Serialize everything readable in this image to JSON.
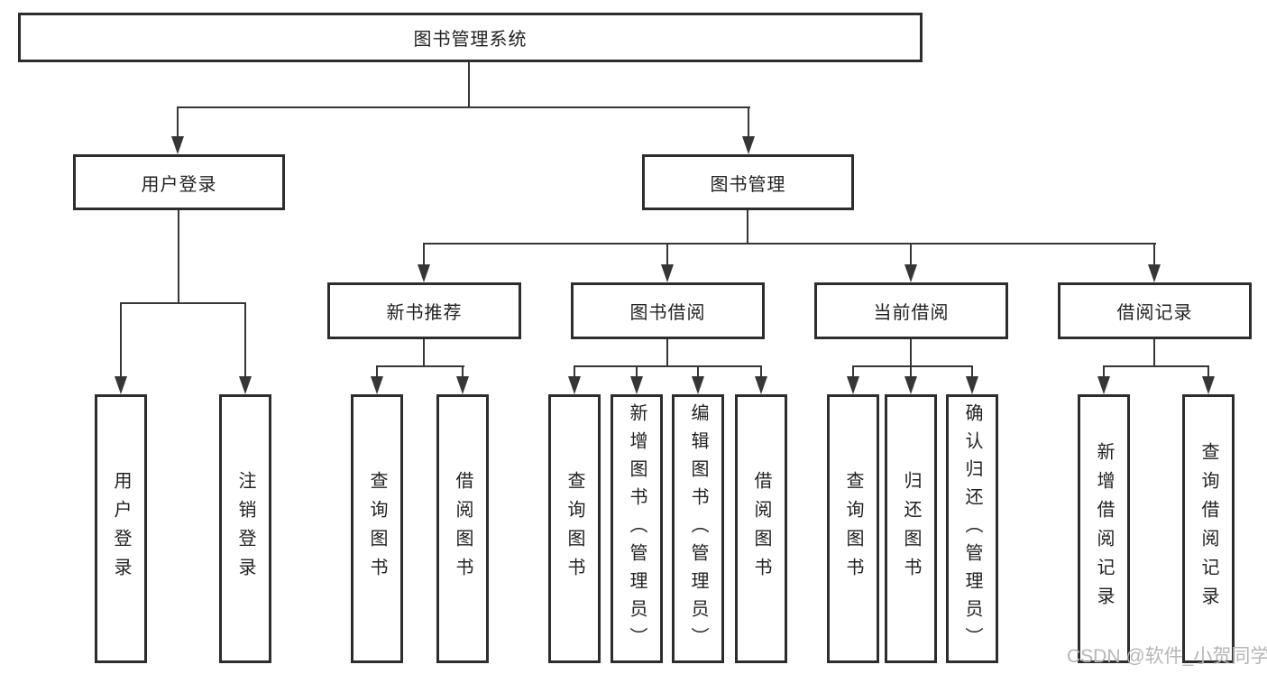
{
  "tree": {
    "root": {
      "label": "图书管理系统"
    },
    "children": [
      {
        "label": "用户登录",
        "children": [
          {
            "label": "用户登录"
          },
          {
            "label": "注销登录"
          }
        ]
      },
      {
        "label": "图书管理",
        "children": [
          {
            "label": "新书推荐",
            "children": [
              {
                "label": "查询图书"
              },
              {
                "label": "借阅图书"
              }
            ]
          },
          {
            "label": "图书借阅",
            "children": [
              {
                "label": "查询图书"
              },
              {
                "label": "新增图书（管理员）"
              },
              {
                "label": "编辑图书（管理员）"
              },
              {
                "label": "借阅图书"
              }
            ]
          },
          {
            "label": "当前借阅",
            "children": [
              {
                "label": "查询图书"
              },
              {
                "label": "归还图书"
              },
              {
                "label": "确认归还（管理员）"
              }
            ]
          },
          {
            "label": "借阅记录",
            "children": [
              {
                "label": "新增借阅记录"
              },
              {
                "label": "查询借阅记录"
              }
            ]
          }
        ]
      }
    ]
  },
  "watermark": {
    "text": "CSDN @软件_小贺同学"
  },
  "colors": {
    "line": "#363636",
    "border": "#2d2d2d",
    "text": "#222222",
    "watermark": "#b6b6b6",
    "background": "#ffffff"
  }
}
